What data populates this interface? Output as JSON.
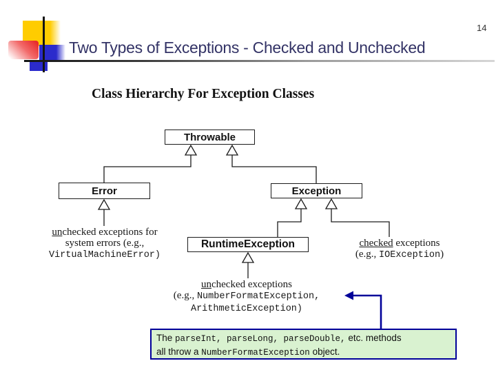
{
  "slide": {
    "page_number": "14",
    "title": "Two Types of Exceptions - Checked and Unchecked"
  },
  "diagram": {
    "heading": "Class Hierarchy For Exception Classes",
    "boxes": {
      "throwable": "Throwable",
      "error": "Error",
      "exception": "Exception",
      "runtime": "RuntimeException"
    },
    "system_note": {
      "underline": "un",
      "line1_rest": "checked exceptions for",
      "line2": "system errors (e.g.,",
      "code": "VirtualMachineError)"
    },
    "checked_note": {
      "underline": "checked",
      "line1_rest": " exceptions",
      "line2_prefix": "(e.g., ",
      "code": "IOException",
      "line2_suffix": ")"
    },
    "unchecked_note": {
      "underline": "un",
      "line1_rest": "checked exceptions",
      "line2_prefix": "(e.g., ",
      "line2_code": "NumberFormatException,",
      "line3_code": "ArithmeticException)"
    }
  },
  "callout": {
    "seg1": "The ",
    "seg2": "parseInt, parseLong, parseDouble,",
    "seg3": " etc. methods",
    "seg4": "all throw a ",
    "seg5": "NumberFormatException",
    "seg6": " object."
  },
  "colors": {
    "title_text": "#333366",
    "arrow": "#000099",
    "callout_background": "#d9f2d0",
    "callout_border": "#000099",
    "decoration_yellow": "#ffcc00",
    "decoration_blue": "#2b2bcc",
    "decoration_red": "#e62020"
  }
}
